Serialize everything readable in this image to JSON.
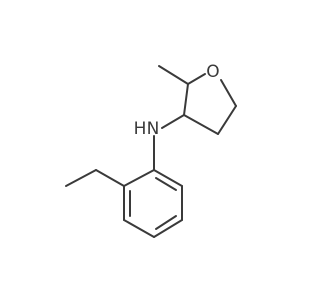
{
  "molecule": {
    "atoms": {
      "oxygen_label": "O",
      "nitrogen_label": "N",
      "hydrogen_label": "H"
    },
    "colors": {
      "bond": "#3a3a3a",
      "label": "#3a3a3a",
      "background": "#ffffff"
    }
  }
}
